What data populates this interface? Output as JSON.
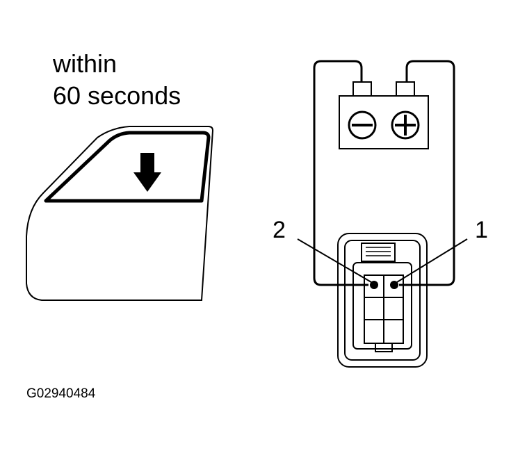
{
  "instruction": {
    "line1": "within",
    "line2": "60 seconds"
  },
  "terminals": {
    "left_label": "2",
    "right_label": "1"
  },
  "battery": {
    "negative_symbol": "minus",
    "positive_symbol": "plus"
  },
  "figure_code": "G02940484",
  "colors": {
    "line": "#000000",
    "background": "#ffffff"
  }
}
